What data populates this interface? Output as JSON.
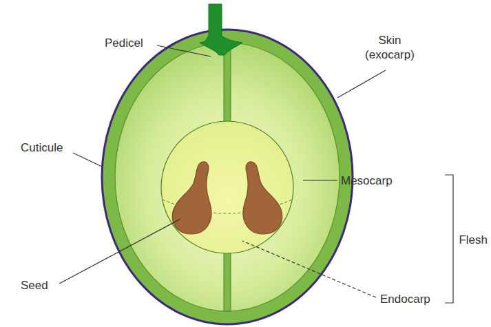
{
  "diagram": {
    "labels": [
      "Pedicel",
      "Skin (exocarp)",
      "Cuticule",
      "Mesocarp",
      "Flesh",
      "Seed",
      "Endocarp"
    ]
  }
}
